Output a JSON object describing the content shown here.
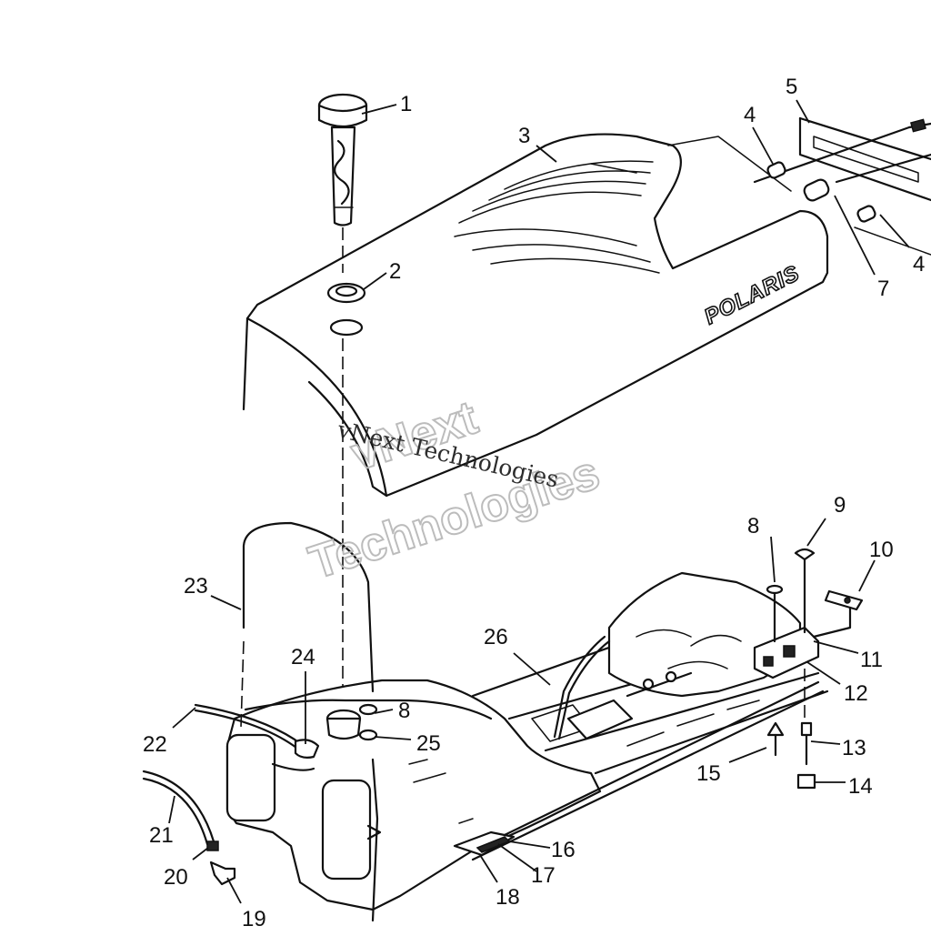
{
  "brand_text": "POLARIS",
  "watermark": {
    "serif_line": "vNext Technologies",
    "outline_line1": "vNext",
    "outline_line2": "Technologies"
  },
  "callouts": [
    {
      "id": "1",
      "label": "1"
    },
    {
      "id": "2",
      "label": "2"
    },
    {
      "id": "3",
      "label": "3"
    },
    {
      "id": "4a",
      "label": "4"
    },
    {
      "id": "5",
      "label": "5"
    },
    {
      "id": "4b",
      "label": "4"
    },
    {
      "id": "7",
      "label": "7"
    },
    {
      "id": "8a",
      "label": "8"
    },
    {
      "id": "9",
      "label": "9"
    },
    {
      "id": "10",
      "label": "10"
    },
    {
      "id": "11",
      "label": "11"
    },
    {
      "id": "12",
      "label": "12"
    },
    {
      "id": "13",
      "label": "13"
    },
    {
      "id": "14",
      "label": "14"
    },
    {
      "id": "15",
      "label": "15"
    },
    {
      "id": "16",
      "label": "16"
    },
    {
      "id": "17",
      "label": "17"
    },
    {
      "id": "18",
      "label": "18"
    },
    {
      "id": "19",
      "label": "19"
    },
    {
      "id": "20",
      "label": "20"
    },
    {
      "id": "21",
      "label": "21"
    },
    {
      "id": "22",
      "label": "22"
    },
    {
      "id": "23",
      "label": "23"
    },
    {
      "id": "24",
      "label": "24"
    },
    {
      "id": "8b",
      "label": "8"
    },
    {
      "id": "25",
      "label": "25"
    },
    {
      "id": "26",
      "label": "26"
    }
  ]
}
